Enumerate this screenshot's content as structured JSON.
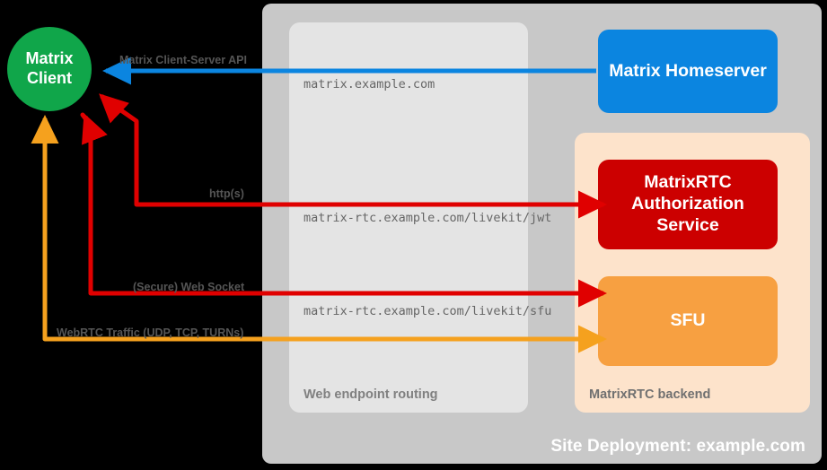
{
  "diagram": {
    "site": {
      "title": "Site Deployment: example.com"
    },
    "routing_panel": {
      "label": "Web endpoint routing",
      "endpoints": [
        "matrix.example.com",
        "matrix-rtc.example.com/livekit/jwt",
        "matrix-rtc.example.com/livekit/sfu"
      ]
    },
    "backend_panel": {
      "label": "MatrixRTC backend"
    },
    "client": {
      "line1": "Matrix",
      "line2": "Client"
    },
    "nodes": {
      "homeserver": "Matrix Homeserver",
      "auth_line1": "MatrixRTC",
      "auth_line2": "Authorization",
      "auth_line3": "Service",
      "sfu": "SFU"
    },
    "connections": [
      {
        "label": "Matrix Client-Server API",
        "color": "#0b85e0",
        "protocol": "matrix-client-server-api"
      },
      {
        "label": "http(s)",
        "color": "#e00000",
        "protocol": "https"
      },
      {
        "label": "(Secure) Web Socket",
        "color": "#e00000",
        "protocol": "secure-web-socket"
      },
      {
        "label": "WebRTC Traffic (UDP, TCP, TURNs)",
        "color": "#f5a11e",
        "protocol": "webrtc"
      }
    ],
    "colors": {
      "background": "#000000",
      "site_container": "#c8c8c8",
      "routing_panel": "#e4e4e4",
      "backend_panel": "#fde3cb",
      "client": "#10a64a",
      "homeserver": "#0b85e0",
      "auth_service": "#cc0000",
      "sfu": "#f7a041"
    }
  }
}
